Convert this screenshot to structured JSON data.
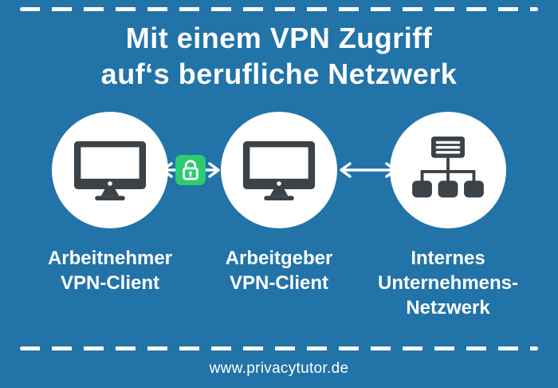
{
  "colors": {
    "background": "#2173a8",
    "icon_dark": "#3b4248",
    "lock_green": "#2ecc71",
    "text": "#ffffff"
  },
  "title": {
    "line1": "Mit einem VPN Zugriff",
    "line2": "auf‘s berufliche Netzwerk"
  },
  "nodes": [
    {
      "id": "arbeitnehmer-vpn-client",
      "icon": "monitor-icon",
      "label_lines": [
        "Arbeitnehmer",
        "VPN-Client"
      ]
    },
    {
      "id": "arbeitgeber-vpn-client",
      "icon": "monitor-icon",
      "label_lines": [
        "Arbeitgeber",
        "VPN-Client"
      ]
    },
    {
      "id": "internes-unternehmens-netzwerk",
      "icon": "network-icon",
      "label_lines": [
        "Internes",
        "Unternehmens-",
        "Netzwerk"
      ]
    }
  ],
  "connections": [
    {
      "from": 0,
      "to": 1,
      "type": "double-arrow",
      "secured": true,
      "icon": "lock-icon"
    },
    {
      "from": 1,
      "to": 2,
      "type": "double-arrow",
      "secured": false
    }
  ],
  "footer": {
    "website": "www.privacytutor.de"
  }
}
